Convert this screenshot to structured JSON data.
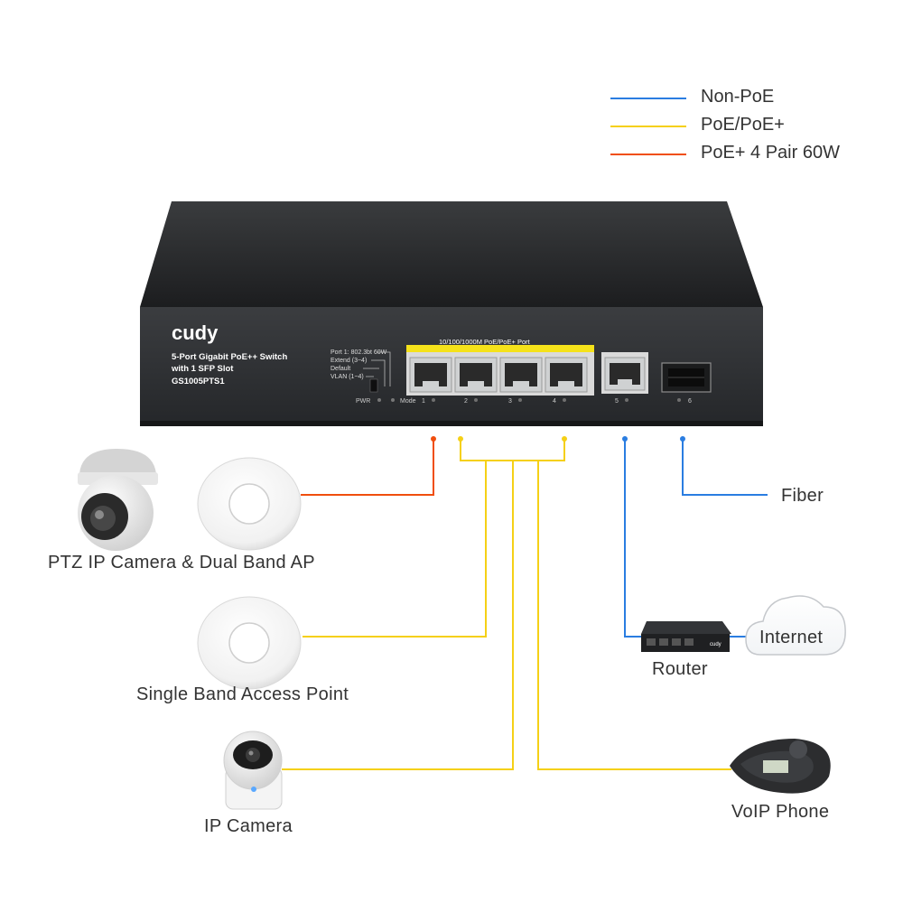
{
  "legend": [
    {
      "label": "Non-PoE",
      "color": "#2a7de1"
    },
    {
      "label": "PoE/PoE+",
      "color": "#f5d016"
    },
    {
      "label": "PoE+ 4 Pair 60W",
      "color": "#f04e0e"
    }
  ],
  "switch": {
    "brand": "cudy",
    "title_line1": "5-Port Gigabit PoE++ Switch",
    "title_line2": "with 1 SFP Slot",
    "model": "GS1005PTS1",
    "mode_line1": "Port 1: 802.3bt 60W",
    "mode_line2": "Extend (3~4)",
    "mode_line3": "Default",
    "mode_line4": "VLAN (1~4)",
    "port_band_label": "10/100/1000M PoE/PoE+ Port",
    "pwr_label": "PWR",
    "mode_label": "Mode",
    "port_numbers": [
      "1",
      "2",
      "3",
      "4",
      "5",
      "6"
    ]
  },
  "devices": {
    "ptz": "PTZ IP Camera & Dual Band AP",
    "single_ap": "Single Band Access Point",
    "ip_camera": "IP Camera",
    "router": "Router",
    "router_brand": "cudy",
    "internet": "Internet",
    "fiber": "Fiber",
    "voip": "VoIP Phone"
  },
  "colors": {
    "non_poe": "#2a7de1",
    "poe": "#f5d016",
    "poe_60w": "#f04e0e",
    "switch_body": "#2b2d2f",
    "text": "#333333"
  }
}
